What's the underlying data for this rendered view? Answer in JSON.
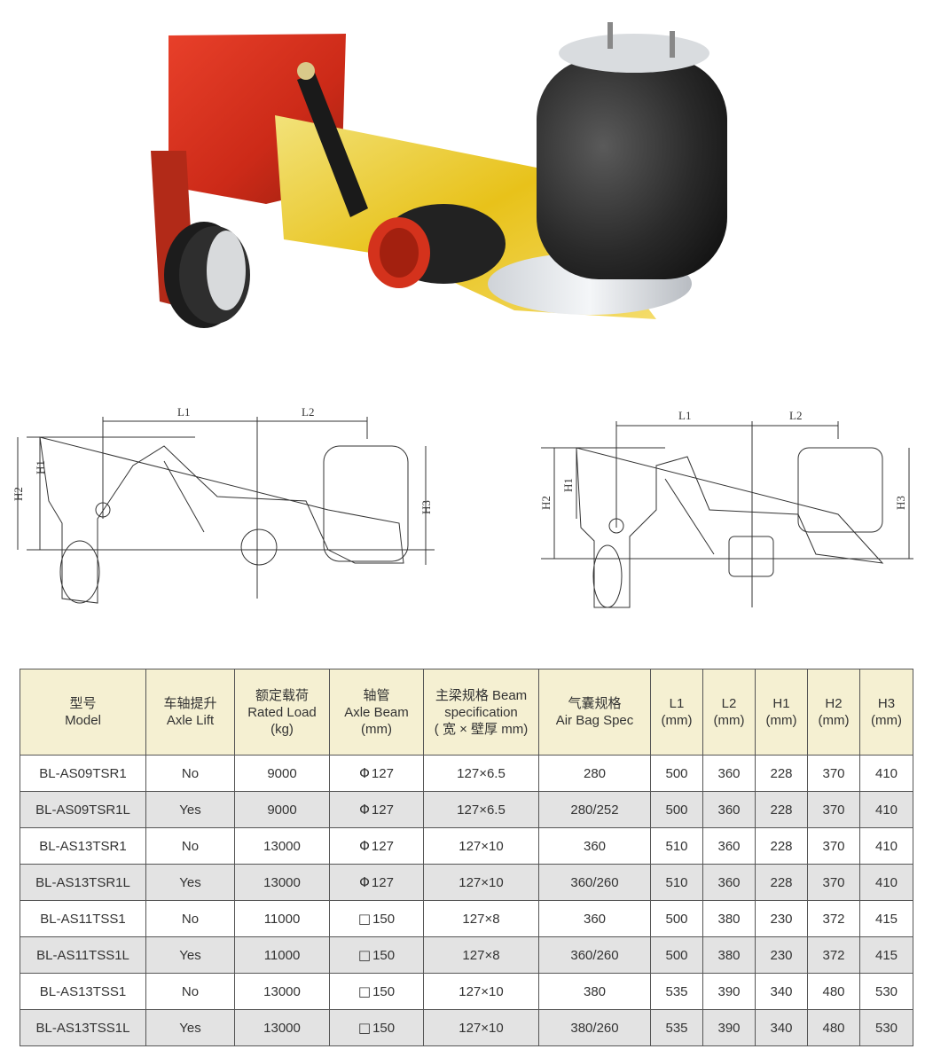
{
  "drawing_left": {
    "labels": {
      "l1": "L1",
      "l2": "L2",
      "h1": "H1",
      "h2": "H2",
      "h3": "H3"
    }
  },
  "drawing_right": {
    "labels": {
      "l1": "L1",
      "l2": "L2",
      "h1": "H1",
      "h2": "H2",
      "h3": "H3"
    }
  },
  "table": {
    "headers": [
      {
        "cn": "型号",
        "en": "Model",
        "unit": ""
      },
      {
        "cn": "车轴提升",
        "en": "Axle Lift",
        "unit": ""
      },
      {
        "cn": "额定载荷",
        "en": "Rated Load",
        "unit": "(kg)"
      },
      {
        "cn": "轴管",
        "en": "Axle Beam",
        "unit": "(mm)"
      },
      {
        "cn": "主梁规格 Beam",
        "en": "specification",
        "unit": "( 宽 × 壁厚 mm)"
      },
      {
        "cn": "气囊规格",
        "en": "Air Bag Spec",
        "unit": ""
      },
      {
        "cn": "",
        "en": "L1",
        "unit": "(mm)"
      },
      {
        "cn": "",
        "en": "L2",
        "unit": "(mm)"
      },
      {
        "cn": "",
        "en": "H1",
        "unit": "(mm)"
      },
      {
        "cn": "",
        "en": "H2",
        "unit": "(mm)"
      },
      {
        "cn": "",
        "en": "H3",
        "unit": "(mm)"
      }
    ],
    "rows": [
      {
        "model": "BL-AS09TSR1",
        "lift": "No",
        "load": "9000",
        "axle_sym": "Φ",
        "axle_val": "127",
        "beam": "127×6.5",
        "airbag": "280",
        "l1": "500",
        "l2": "360",
        "h1": "228",
        "h2": "370",
        "h3": "410"
      },
      {
        "model": "BL-AS09TSR1L",
        "lift": "Yes",
        "load": "9000",
        "axle_sym": "Φ",
        "axle_val": "127",
        "beam": "127×6.5",
        "airbag": "280/252",
        "l1": "500",
        "l2": "360",
        "h1": "228",
        "h2": "370",
        "h3": "410"
      },
      {
        "model": "BL-AS13TSR1",
        "lift": "No",
        "load": "13000",
        "axle_sym": "Φ",
        "axle_val": "127",
        "beam": "127×10",
        "airbag": "360",
        "l1": "510",
        "l2": "360",
        "h1": "228",
        "h2": "370",
        "h3": "410"
      },
      {
        "model": "BL-AS13TSR1L",
        "lift": "Yes",
        "load": "13000",
        "axle_sym": "Φ",
        "axle_val": "127",
        "beam": "127×10",
        "airbag": "360/260",
        "l1": "510",
        "l2": "360",
        "h1": "228",
        "h2": "370",
        "h3": "410"
      },
      {
        "model": "BL-AS11TSS1",
        "lift": "No",
        "load": "11000",
        "axle_sym": "□",
        "axle_val": "150",
        "beam": "127×8",
        "airbag": "360",
        "l1": "500",
        "l2": "380",
        "h1": "230",
        "h2": "372",
        "h3": "415"
      },
      {
        "model": "BL-AS11TSS1L",
        "lift": "Yes",
        "load": "11000",
        "axle_sym": "□",
        "axle_val": "150",
        "beam": "127×8",
        "airbag": "360/260",
        "l1": "500",
        "l2": "380",
        "h1": "230",
        "h2": "372",
        "h3": "415"
      },
      {
        "model": "BL-AS13TSS1",
        "lift": "No",
        "load": "13000",
        "axle_sym": "□",
        "axle_val": "150",
        "beam": "127×10",
        "airbag": "380",
        "l1": "535",
        "l2": "390",
        "h1": "340",
        "h2": "480",
        "h3": "530"
      },
      {
        "model": "BL-AS13TSS1L",
        "lift": "Yes",
        "load": "13000",
        "axle_sym": "□",
        "axle_val": "150",
        "beam": "127×10",
        "airbag": "380/260",
        "l1": "535",
        "l2": "390",
        "h1": "340",
        "h2": "480",
        "h3": "530"
      }
    ]
  }
}
